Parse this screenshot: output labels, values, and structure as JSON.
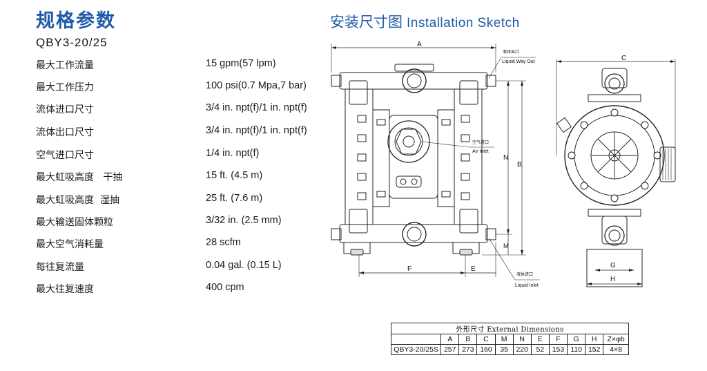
{
  "header": {
    "title": "规格参数",
    "model": "QBY3-20/25"
  },
  "specs": [
    {
      "label": "最大工作流量",
      "value": "15 gpm(57 lpm)"
    },
    {
      "label": "最大工作压力",
      "value": "100 psi(0.7 Mpa,7 bar)"
    },
    {
      "label": "流体进口尺寸",
      "value": "3/4 in. npt(f)/1 in. npt(f)"
    },
    {
      "label": "流体出口尺寸",
      "value": "3/4 in. npt(f)/1 in. npt(f)"
    },
    {
      "label": "空气进口尺寸",
      "value": "1/4 in.  npt(f)"
    },
    {
      "label": "最大虹吸高度   干抽",
      "value": "15 ft. (4.5 m)"
    },
    {
      "label": "最大虹吸高度  湿抽",
      "value": "25 ft. (7.6 m)"
    },
    {
      "label": "最大输送固体颗粒",
      "value": "3/32 in. (2.5 mm)"
    },
    {
      "label": "最大空气消耗量",
      "value": "28 scfm"
    },
    {
      "label": "每往复流量",
      "value": "0.04 gal. (0.15 L)"
    },
    {
      "label": "最大往复速度",
      "value": "400 cpm"
    }
  ],
  "sketch": {
    "title_cn": "安装尺寸图",
    "title_en": "Installation Sketch",
    "callouts": {
      "liquid_out_cn": "液体出口",
      "liquid_out_en": "Liquid Way Out",
      "air_in_cn": "空气进口",
      "air_in_en": "Air Inlet",
      "liquid_in_cn": "液体进口",
      "liquid_in_en": "Liquid Inlet"
    },
    "dim_letters": {
      "a": "A",
      "b": "B",
      "c": "C",
      "e": "E",
      "f": "F",
      "g": "G",
      "h": "H",
      "m": "M",
      "n": "N"
    }
  },
  "dims_table": {
    "caption": "外形尺寸 External Dimensions",
    "headers": [
      "",
      "A",
      "B",
      "C",
      "M",
      "N",
      "E",
      "F",
      "G",
      "H",
      "Z×φb"
    ],
    "row": [
      "QBY3-20/25S",
      "257",
      "273",
      "160",
      "35",
      "220",
      "52",
      "153",
      "110",
      "152",
      "4×8"
    ]
  },
  "colors": {
    "accent": "#1e5aa8",
    "line": "#222222"
  }
}
